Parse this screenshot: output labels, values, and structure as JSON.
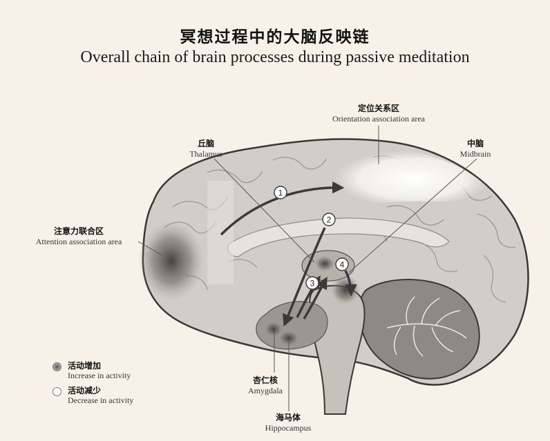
{
  "title": {
    "cn": "冥想过程中的大脑反映链",
    "en": "Overall chain of brain processes during passive meditation"
  },
  "labels": {
    "orientation": {
      "cn": "定位关系区",
      "en": "Orientation association area"
    },
    "thalamus": {
      "cn": "丘脑",
      "en": "Thalamus"
    },
    "midbrain": {
      "cn": "中脑",
      "en": "Midbrain"
    },
    "attention": {
      "cn": "注意力联合区",
      "en": "Attention association area"
    },
    "amygdala": {
      "cn": "杏仁核",
      "en": "Amygdala"
    },
    "hippocampus": {
      "cn": "海马体",
      "en": "Hippocampus"
    }
  },
  "steps": [
    "1",
    "2",
    "3",
    "4"
  ],
  "legend": {
    "increase": {
      "cn": "活动增加",
      "en": "Increase in activity"
    },
    "decrease": {
      "cn": "活动减少",
      "en": "Decrease in activity"
    }
  },
  "colors": {
    "background": "#f7f1ea",
    "brain_fill": "#d2cdc8",
    "cerebellum_fill": "#8f8985",
    "arrow": "#3a3a3a",
    "increase_activity": "#3b3b3b",
    "decrease_activity": "#ffffff"
  }
}
